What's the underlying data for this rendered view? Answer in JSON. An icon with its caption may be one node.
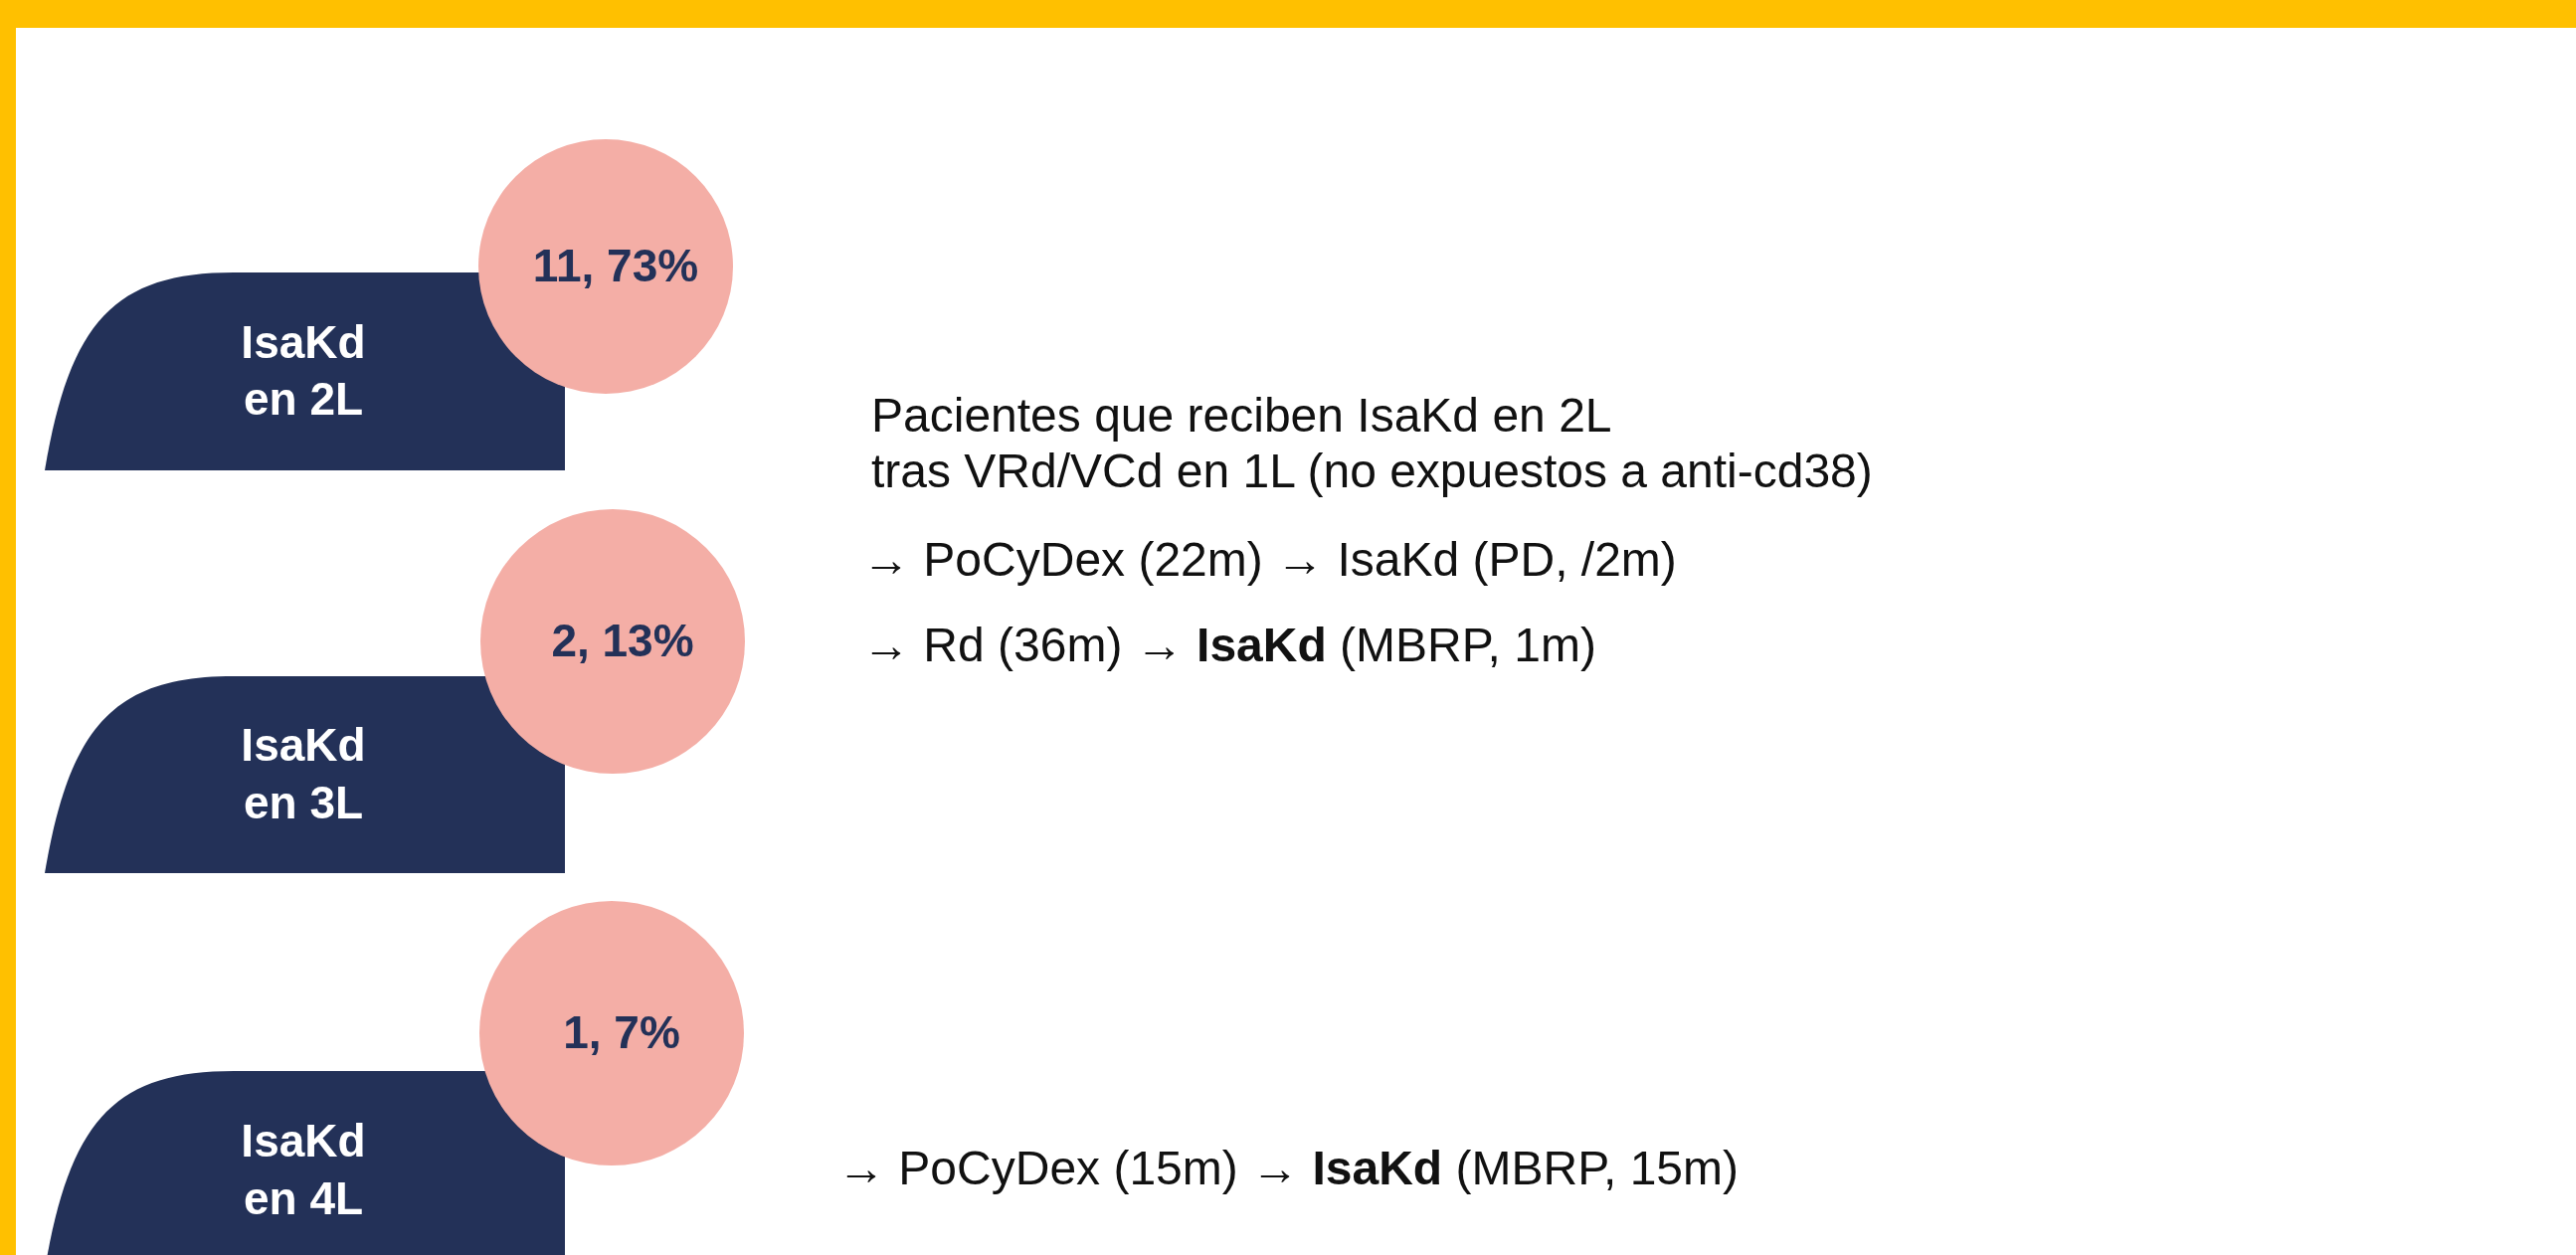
{
  "diagram": {
    "nodes": [
      {
        "text": [
          "IsaKd en 2L"
        ]
      },
      {
        "text": [
          "11, 73%"
        ]
      },
      {
        "text": [
          "IsaKd en 3L"
        ]
      },
      {
        "text": [
          "2, 13%"
        ]
      },
      {
        "text": [
          "IsaKd en 4L"
        ]
      },
      {
        "text": [
          "1, 7%"
        ]
      }
    ],
    "labels": [
      "Pacientes que reciben IsaKd en 2L",
      "tras VRd/VCd en 1L (no expuestos a anti-cd38)",
      "→ PoCyDex (22m) → IsaKd (PD, /2m)",
      "→ Rd (36m) → **IsaKd** (MBRP, 1m)",
      "→ PoCyDex (15m) → **IsaKd** (MBRP, 15m)"
    ]
  }
}
